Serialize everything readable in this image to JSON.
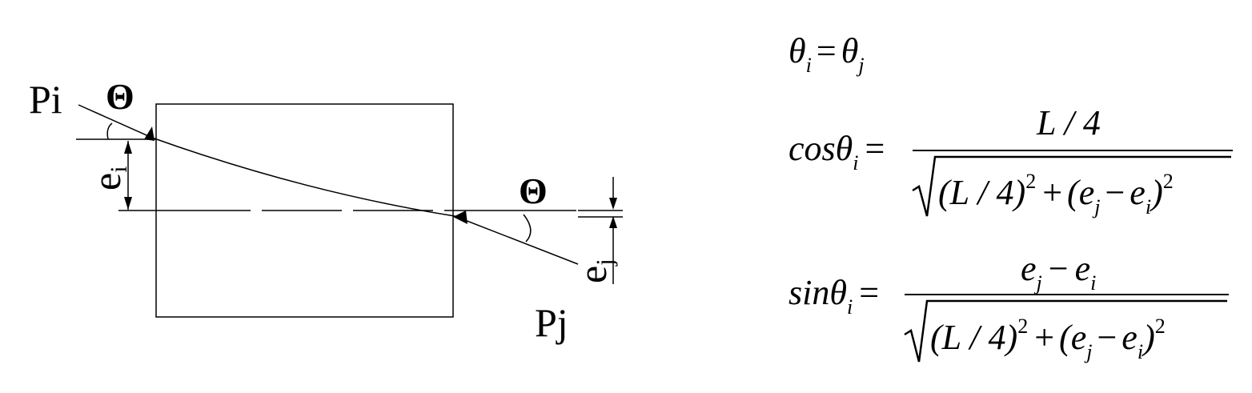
{
  "diagram": {
    "labels": {
      "load_i": "Pi",
      "load_j": "Pj",
      "angle_i": "Θ",
      "angle_j": "Θ",
      "ecc_i_base": "e",
      "ecc_i_sub": "i",
      "ecc_j_base": "e",
      "ecc_j_sub": "j"
    }
  },
  "equations": {
    "eq1": {
      "lhs_sym": "θ",
      "lhs_sub": "i",
      "op": "=",
      "rhs_sym": "θ",
      "rhs_sub": "j"
    },
    "eq2": {
      "fn": "cos",
      "sym": "θ",
      "sub": "i",
      "op": "=",
      "num": "L / 4",
      "den_a": "(L / 4)",
      "den_a_sup": "2",
      "den_plus": "+",
      "den_b_open": "(e",
      "den_b_sub1": "j",
      "den_minus": "−",
      "den_b_e": "e",
      "den_b_sub2": "i",
      "den_b_close": ")",
      "den_b_sup": "2"
    },
    "eq3": {
      "fn": "sin",
      "sym": "θ",
      "sub": "i",
      "op": "=",
      "num_e1": "e",
      "num_sub1": "j",
      "num_minus": "−",
      "num_e2": "e",
      "num_sub2": "i",
      "den_a": "(L / 4)",
      "den_a_sup": "2",
      "den_plus": "+",
      "den_b_open": "(e",
      "den_b_sub1": "j",
      "den_minus": "−",
      "den_b_e": "e",
      "den_b_sub2": "i",
      "den_b_close": ")",
      "den_b_sup": "2"
    }
  }
}
